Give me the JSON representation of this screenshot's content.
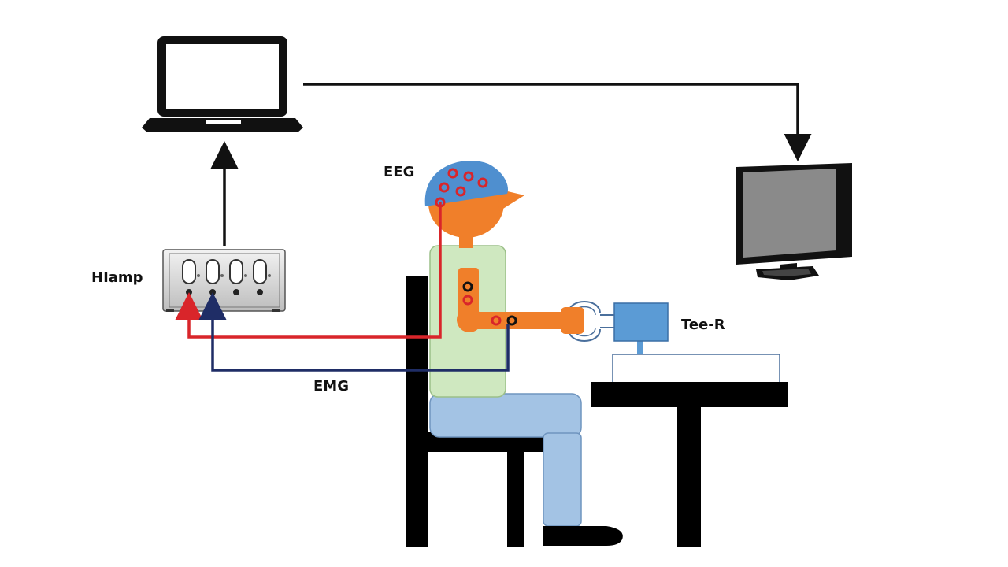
{
  "labels": {
    "eeg": "EEG",
    "emg": "EMG",
    "hiamp": "HIamp",
    "device": "Tee-R"
  },
  "colors": {
    "eeg_wire": "#d9252a",
    "emg_wire": "#1f2d66",
    "skin": "#f07f2a",
    "shirt": "#cfe8c0",
    "pants": "#a3c3e4",
    "cap": "#4f8fcf",
    "device": "#5b9bd5",
    "screen": "#8a8a8a"
  }
}
